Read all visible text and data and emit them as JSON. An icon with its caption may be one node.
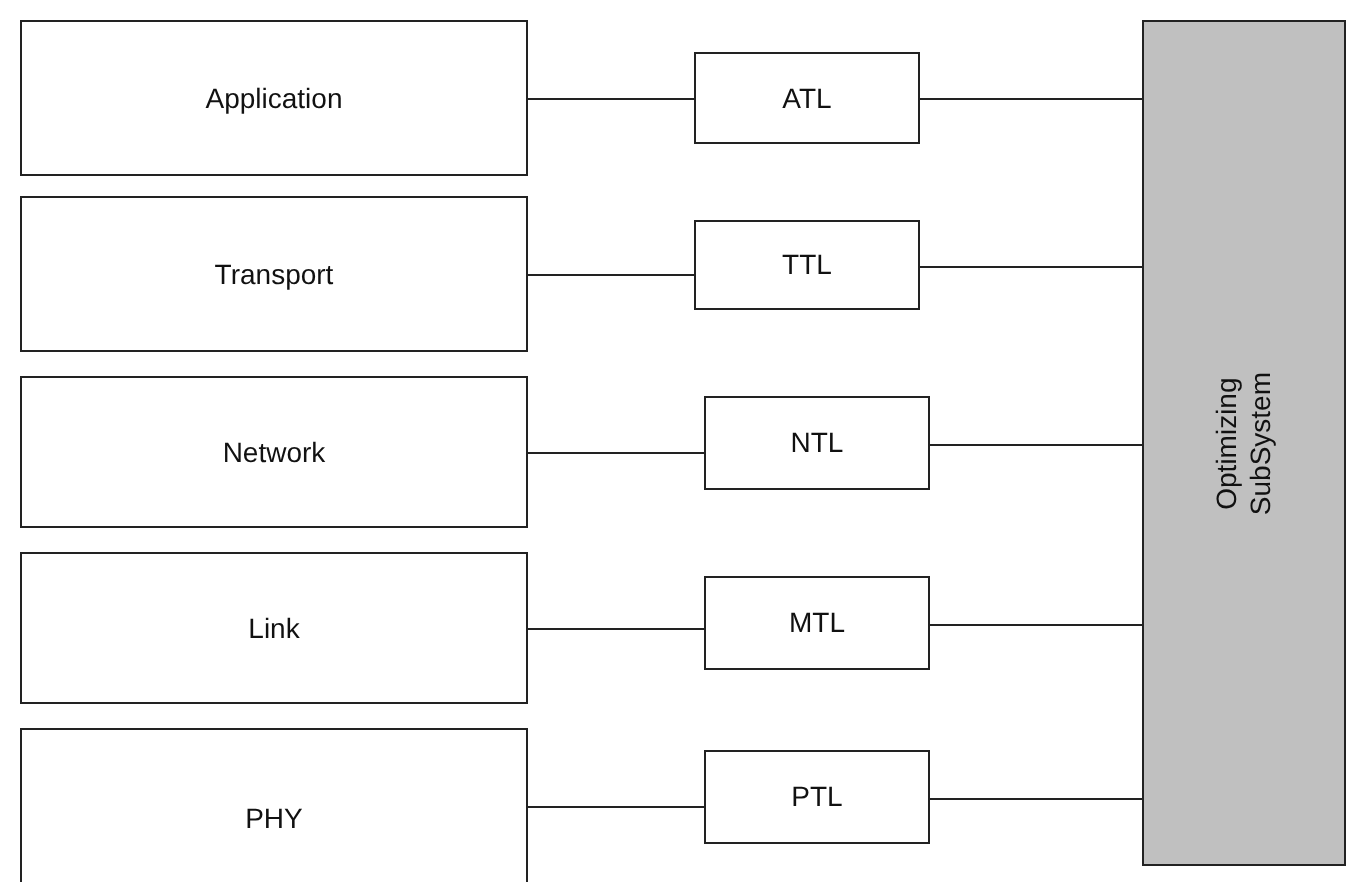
{
  "diagram": {
    "nodes": [
      {
        "text": [
          "Application"
        ]
      },
      {
        "text": [
          "ATL"
        ]
      },
      {
        "text": [
          "Optimizing SubSystem"
        ]
      },
      {
        "text": [
          "Transport"
        ]
      },
      {
        "text": [
          "TTL"
        ]
      },
      {
        "text": [
          "Network"
        ]
      },
      {
        "text": [
          "NTL"
        ]
      },
      {
        "text": [
          "Link"
        ]
      },
      {
        "text": [
          "MTL"
        ]
      },
      {
        "text": [
          "PHY"
        ]
      },
      {
        "text": [
          "PTL"
        ]
      }
    ],
    "edges": [
      {
        "from": 0,
        "to": 1,
        "arrow": "none"
      },
      {
        "from": 1,
        "to": 2,
        "arrow": "none"
      },
      {
        "from": 3,
        "to": 4,
        "arrow": "none"
      },
      {
        "from": 4,
        "to": 2,
        "arrow": "none"
      },
      {
        "from": 5,
        "to": 6,
        "arrow": "none"
      },
      {
        "from": 6,
        "to": 2,
        "arrow": "none"
      },
      {
        "from": 7,
        "to": 8,
        "arrow": "none"
      },
      {
        "from": 8,
        "to": 2,
        "arrow": "none"
      },
      {
        "from": 9,
        "to": 10,
        "arrow": "none"
      },
      {
        "from": 10,
        "to": 2,
        "arrow": "none"
      }
    ]
  }
}
